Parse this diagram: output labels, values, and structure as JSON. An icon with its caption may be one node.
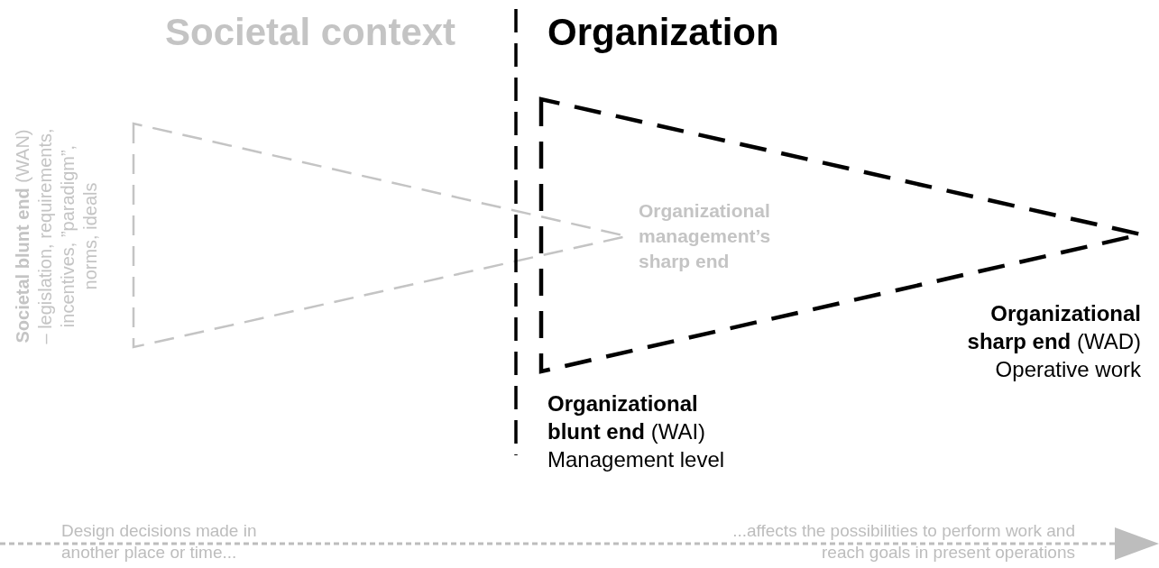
{
  "diagram": {
    "nodes": [
      {
        "text": [],
        "shape": "triangle"
      },
      {
        "text": [],
        "shape": "triangle"
      }
    ],
    "labels": [
      "Societal context",
      "Organization",
      "**Societal blunt end** (WAN) – legislation, requirements, incentives, ”paradigm”, norms, ideals",
      "Organizational management’s sharp end",
      "**Organizational blunt end** (WAI)",
      "Management level",
      "**Organizational sharp end** (WAD)",
      "Operative work",
      "Design decisions made in another place or time...",
      "...affects the possibilities to perform work and reach goals in present operations"
    ]
  }
}
